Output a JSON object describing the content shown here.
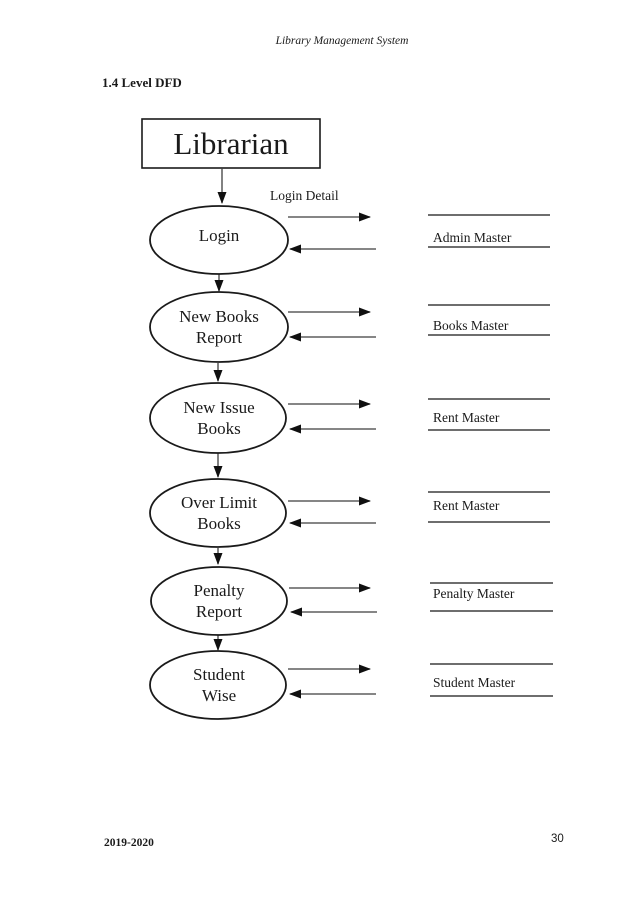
{
  "palette": {
    "ink": "#1a1a1a",
    "line": "#3f3f3f"
  },
  "header": {
    "title": "Library Management System"
  },
  "section": {
    "title": "1.4 Level DFD"
  },
  "diagram": {
    "external_entity": "Librarian",
    "flow_label": "Login Detail",
    "processes": [
      {
        "line1": "Login",
        "line2": ""
      },
      {
        "line1": "New Books",
        "line2": "Report"
      },
      {
        "line1": "New Issue",
        "line2": "Books"
      },
      {
        "line1": "Over Limit",
        "line2": "Books"
      },
      {
        "line1": "Penalty",
        "line2": "Report"
      },
      {
        "line1": "Student",
        "line2": "Wise"
      }
    ],
    "data_stores": [
      {
        "label": "Admin Master"
      },
      {
        "label": "Books Master"
      },
      {
        "label": "Rent Master"
      },
      {
        "label": "Rent Master"
      },
      {
        "label": "Penalty Master"
      },
      {
        "label": "Student Master"
      }
    ]
  },
  "footer": {
    "academic_year": "2019-2020",
    "page_number": "30"
  }
}
